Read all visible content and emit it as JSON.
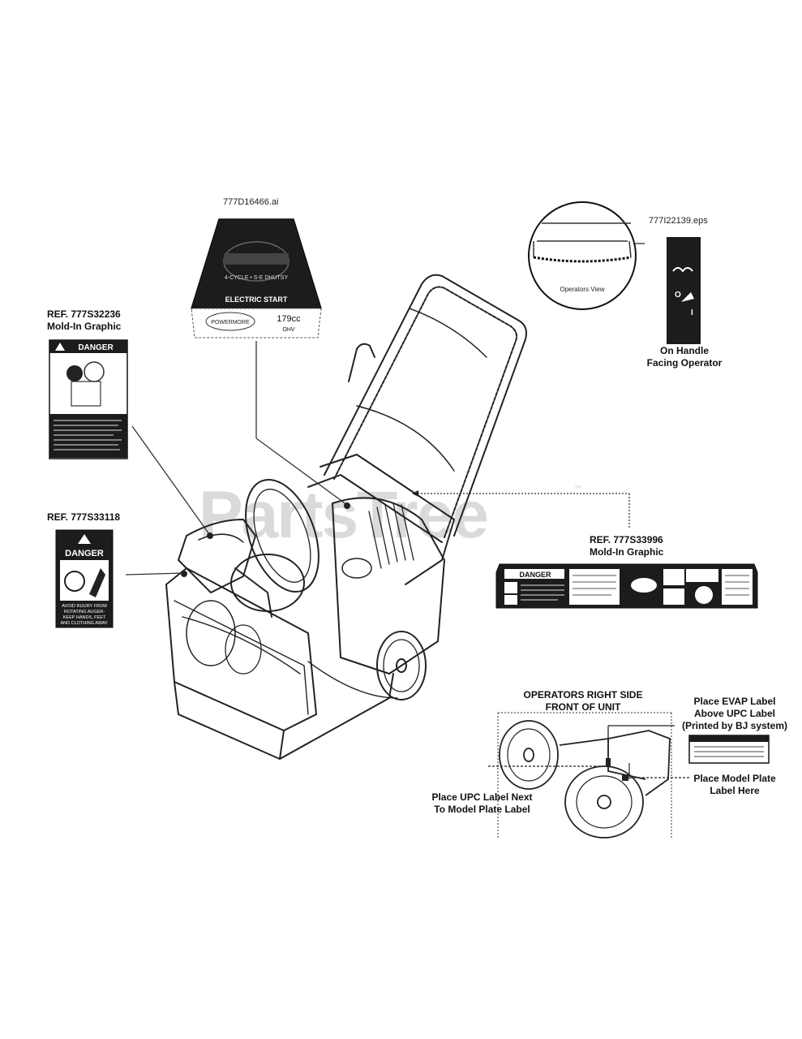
{
  "watermark": {
    "text": "PartsTree",
    "tm": "™"
  },
  "decal_top": {
    "file": "777D16466.ai",
    "line1": "4-CYCLE • S-E DHUTSY",
    "line2": "ELECTRIC START",
    "brand": "POWERMORE",
    "size": "179cc",
    "engine": "OHV"
  },
  "decal_handle": {
    "file": "777I22139.eps",
    "circle_caption": "Operators View",
    "position_o": "O",
    "position_i": "I",
    "caption": [
      "On Handle",
      "Facing Operator"
    ]
  },
  "ref_32236": {
    "ref": "REF. 777S32236",
    "sub": "Mold-In Graphic",
    "header": "DANGER"
  },
  "ref_33118": {
    "ref": "REF.  777S33118",
    "header": "DANGER",
    "body": [
      "AVOID INJURY FROM",
      "ROTATING AUGER-",
      "KEEP HANDS, FEET",
      "AND CLOTHING AWAY."
    ]
  },
  "ref_33996": {
    "ref": "REF. 777S33996",
    "sub": "Mold-In Graphic",
    "header": "DANGER"
  },
  "inset": {
    "title": [
      "OPERATORS RIGHT SIDE",
      "FRONT OF UNIT"
    ],
    "evap": [
      "Place EVAP Label",
      "Above UPC Label",
      "(Printed by BJ system)"
    ],
    "model_plate": [
      "Place Model Plate",
      "Label Here"
    ],
    "upc": [
      "Place UPC Label Next",
      "To Model Plate Label"
    ]
  }
}
